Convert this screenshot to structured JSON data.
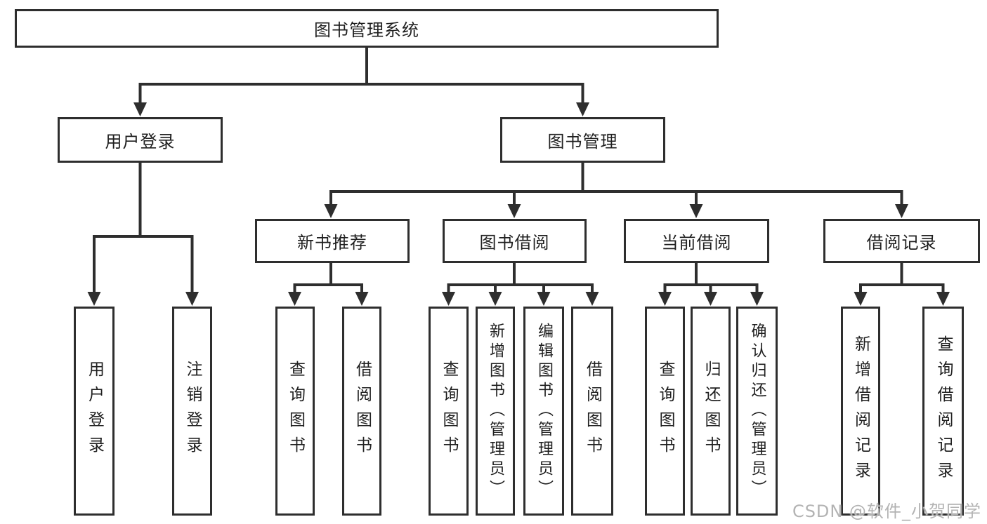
{
  "tree": {
    "root": {
      "label": "图书管理系统"
    },
    "l2": [
      {
        "label": "用户登录",
        "children": [
          {
            "label": "用户登录"
          },
          {
            "label": "注销登录"
          }
        ]
      },
      {
        "label": "图书管理",
        "children": [
          {
            "label": "新书推荐",
            "children": [
              {
                "label": "查询图书"
              },
              {
                "label": "借阅图书"
              }
            ]
          },
          {
            "label": "图书借阅",
            "children": [
              {
                "label": "查询图书"
              },
              {
                "label": "新增图书（管理员）"
              },
              {
                "label": "编辑图书（管理员）"
              },
              {
                "label": "借阅图书"
              }
            ]
          },
          {
            "label": "当前借阅",
            "children": [
              {
                "label": "查询图书"
              },
              {
                "label": "归还图书"
              },
              {
                "label": "确认归还（管理员）"
              }
            ]
          },
          {
            "label": "借阅记录",
            "children": [
              {
                "label": "新增借阅记录"
              },
              {
                "label": "查询借阅记录"
              }
            ]
          }
        ]
      }
    ]
  },
  "watermark": {
    "text": "CSDN @软件_小贺同学"
  },
  "colors": {
    "background": "#ffffff",
    "line": "#2e2e2e",
    "box_border": "#2e2e2e",
    "box_background": "#ffffff",
    "text": "#1f1f1f",
    "watermark": "#b3b3b3"
  }
}
